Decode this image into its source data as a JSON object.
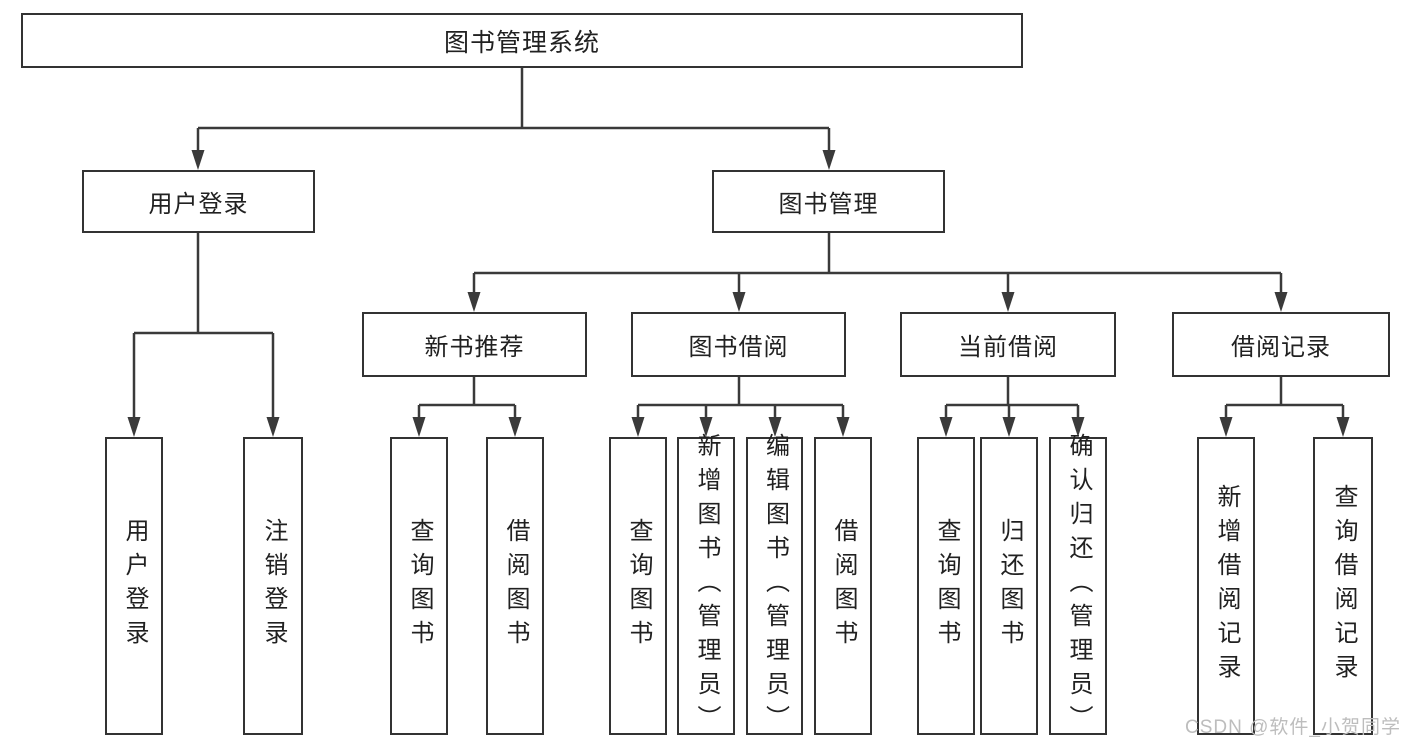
{
  "diagram": {
    "type": "tree",
    "title_node": "图书管理系统",
    "nodes": {
      "root": "图书管理系统",
      "user_login": "用户登录",
      "book_mgmt": "图书管理",
      "new_book_rec": "新书推荐",
      "book_borrow": "图书借阅",
      "current_borrow": "当前借阅",
      "borrow_records": "借阅记录",
      "leaf_user_login": "用户登录",
      "leaf_logout": "注销登录",
      "leaf_query_book_1": "查询图书",
      "leaf_borrow_book_1": "借阅图书",
      "leaf_query_book_2": "查询图书",
      "leaf_add_book": "新增图书（管理员）",
      "leaf_edit_book": "编辑图书（管理员）",
      "leaf_borrow_book_2": "借阅图书",
      "leaf_query_book_3": "查询图书",
      "leaf_return_book": "归还图书",
      "leaf_confirm_return": "确认归还（管理员）",
      "leaf_add_borrow_record": "新增借阅记录",
      "leaf_query_borrow_record": "查询借阅记录"
    },
    "hierarchy": {
      "root": [
        "user_login",
        "book_mgmt"
      ],
      "user_login": [
        "leaf_user_login",
        "leaf_logout"
      ],
      "book_mgmt": [
        "new_book_rec",
        "book_borrow",
        "current_borrow",
        "borrow_records"
      ],
      "new_book_rec": [
        "leaf_query_book_1",
        "leaf_borrow_book_1"
      ],
      "book_borrow": [
        "leaf_query_book_2",
        "leaf_add_book",
        "leaf_edit_book",
        "leaf_borrow_book_2"
      ],
      "current_borrow": [
        "leaf_query_book_3",
        "leaf_return_book",
        "leaf_confirm_return"
      ],
      "borrow_records": [
        "leaf_add_borrow_record",
        "leaf_query_borrow_record"
      ]
    },
    "colors": {
      "box_border": "#333333",
      "line": "#3a3a3a",
      "text": "#212121",
      "background": "#ffffff",
      "watermark": "#bdbdbd"
    }
  },
  "watermark": {
    "text": "CSDN @软件_小贺同学"
  }
}
